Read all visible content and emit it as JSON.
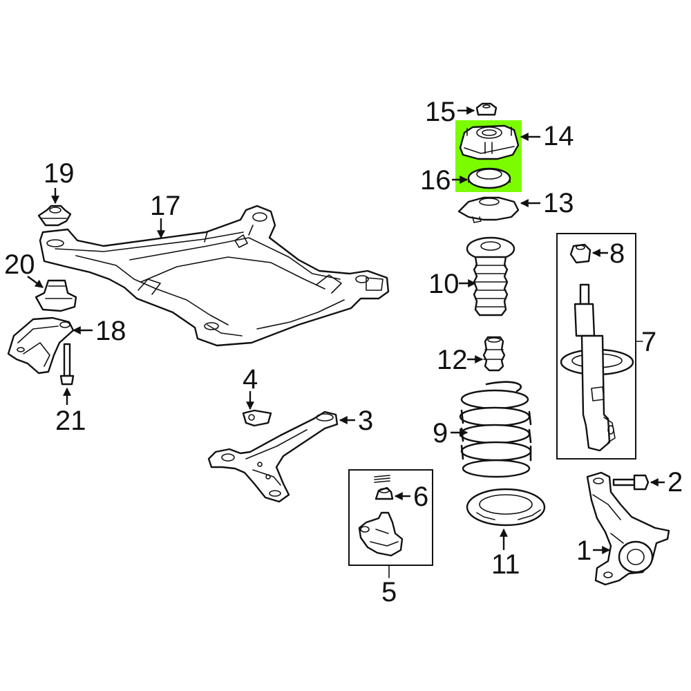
{
  "highlight_color": "#7CFC00",
  "callouts": {
    "c1": "1",
    "c2": "2",
    "c3": "3",
    "c4": "4",
    "c5": "5",
    "c6": "6",
    "c7": "7",
    "c8": "8",
    "c9": "9",
    "c10": "10",
    "c11": "11",
    "c12": "12",
    "c13": "13",
    "c14": "14",
    "c15": "15",
    "c16": "16",
    "c17": "17",
    "c18": "18",
    "c19": "19",
    "c20": "20",
    "c21": "21"
  }
}
